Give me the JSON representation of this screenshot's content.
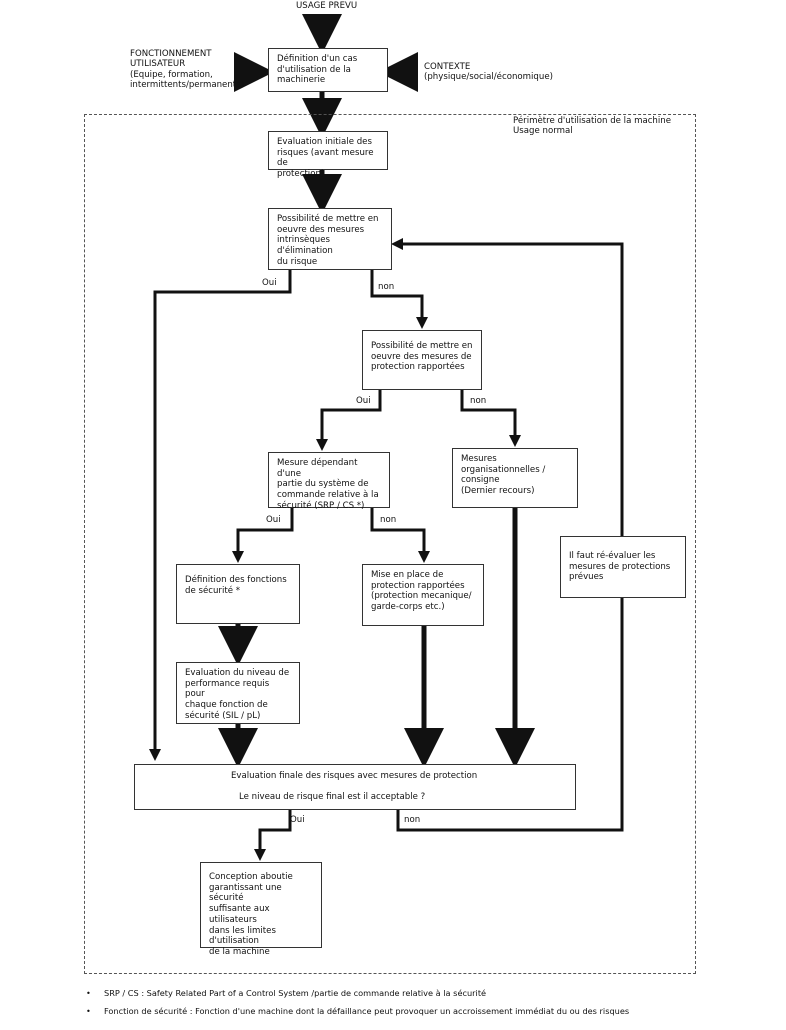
{
  "top": {
    "usage": "USAGE PREVU",
    "left_label": [
      "FONCTIONNEMENT",
      "UTILISATEUR",
      "(Equipe, formation,",
      "intermittents/permanents)"
    ],
    "right_label": [
      "CONTEXTE",
      "(physique/social/économique)"
    ]
  },
  "perimeter": [
    "Périmètre d'utilisation de la machine",
    "Usage normal"
  ],
  "boxes": {
    "definition": [
      "Définition d'un cas",
      "d'utilisation de la",
      "machinerie"
    ],
    "eval_initiale": [
      "Evaluation initiale des",
      "risques (avant mesure de",
      "protection)"
    ],
    "intrinseque": [
      "Possibilité de mettre en",
      "oeuvre des mesures",
      "intrinsèques d'élimination",
      "du risque"
    ],
    "rapportees": [
      "Possibilité de mettre en",
      "oeuvre des mesures de",
      "protection rapportées"
    ],
    "srp": [
      "Mesure dépendant d'une",
      "partie du système de",
      "commande relative à la",
      "sécurité (SRP / CS *)"
    ],
    "organisationnelles": [
      "Mesures",
      "organisationnelles /",
      "consigne",
      "(Dernier recours)"
    ],
    "fonctions": [
      "Définition des fonctions",
      "de sécurité *"
    ],
    "mise_en_place": [
      "Mise en place de",
      "protection rapportées",
      "(protection mecanique/",
      "garde-corps etc.)"
    ],
    "niveau": [
      "Evaluation du niveau de",
      "performance requis pour",
      "chaque fonction de",
      "sécurité (SIL / pL)"
    ],
    "reevaluer": [
      "Il faut ré-évaluer les",
      "mesures de protections",
      "prévues"
    ],
    "eval_finale": [
      "Evaluation finale des risques avec mesures de protection",
      "Le niveau de risque final est il acceptable ?"
    ],
    "conception": [
      "Conception aboutie",
      "garantissant une sécurité",
      "suffisante aux utilisateurs",
      "dans les limites d'utilisation",
      "de la machine"
    ]
  },
  "labels": {
    "oui": "Oui",
    "non": "non"
  },
  "footnotes": [
    {
      "bullet": "•",
      "term": "SRP / CS",
      "text": ": Safety Related Part of a Control System /partie de commande relative à la sécurité"
    },
    {
      "bullet": "•",
      "term": "Fonction de sécurité",
      "text": ": Fonction d'une machine dont la défaillance peut provoquer un accroissement immédiat du ou des risques"
    }
  ]
}
